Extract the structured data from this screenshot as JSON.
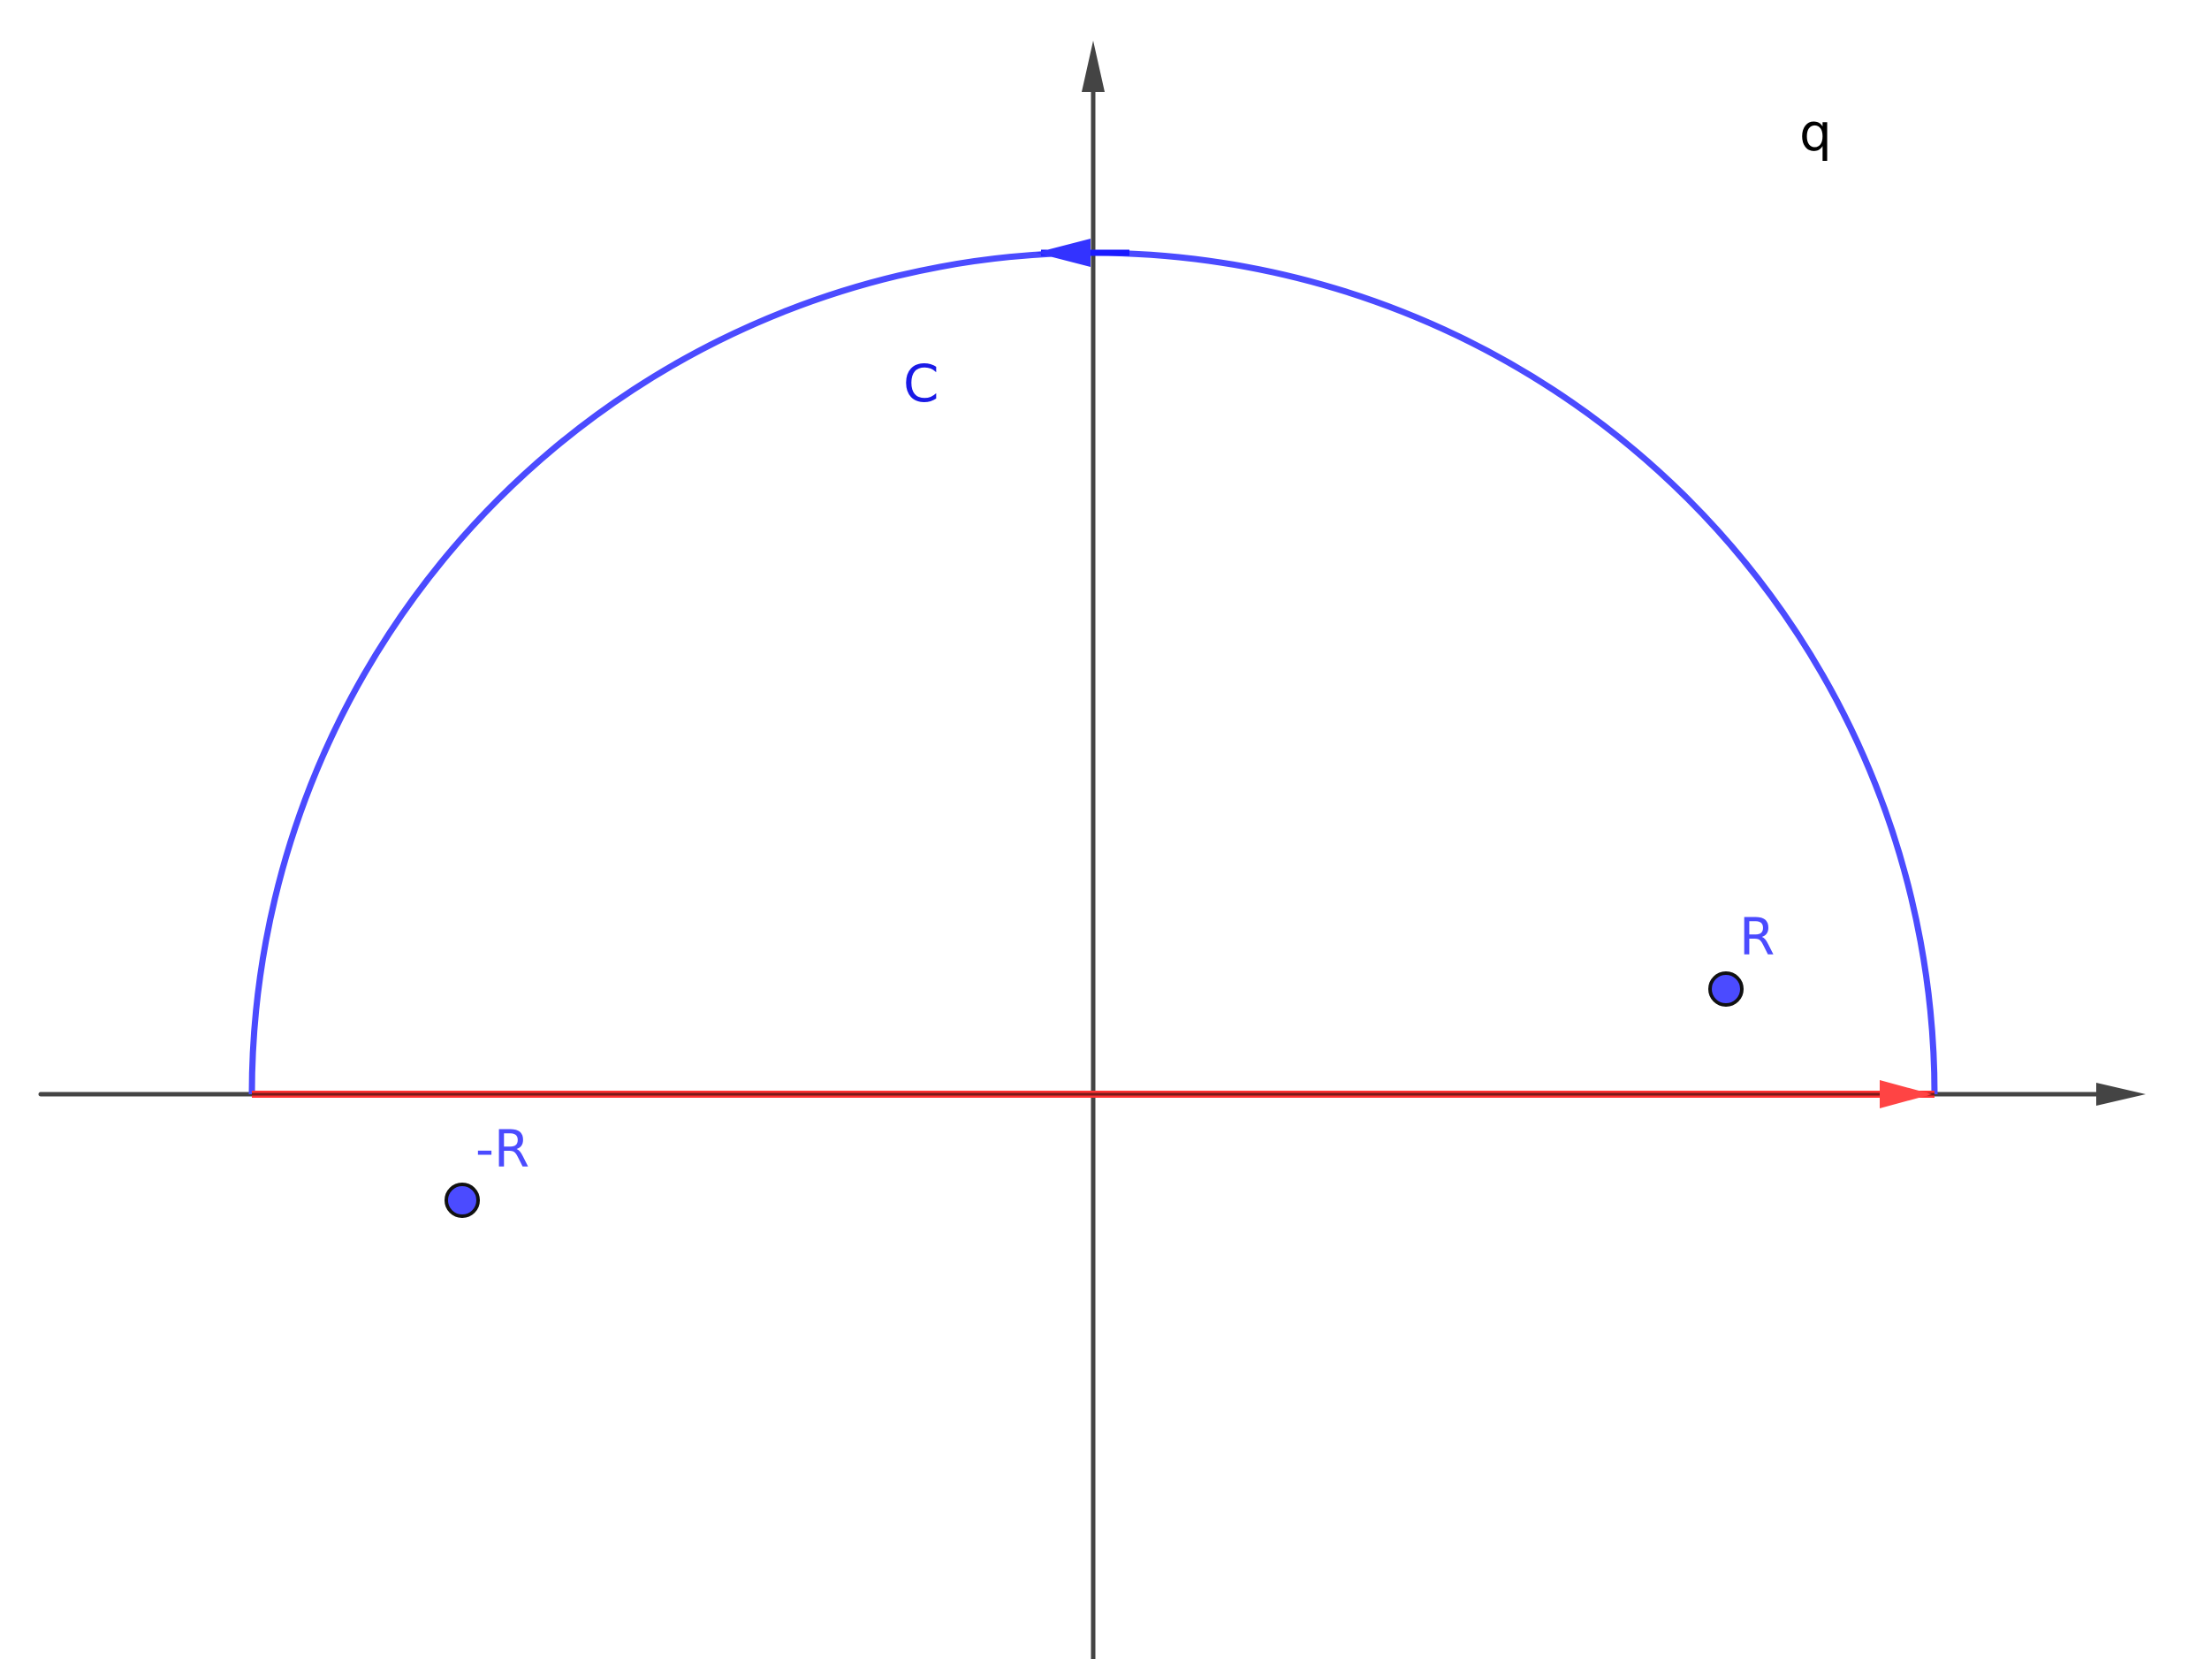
{
  "diagram": {
    "plane_label": "q",
    "contour_label": "C",
    "pole_upper_label": "R",
    "pole_lower_label": "-R"
  },
  "colors": {
    "axis": "#444444",
    "contour": "#4b4bff",
    "contour_label": "#1a1ae6",
    "real_segment": "#ff3333",
    "real_segment_core": "#7a1a1a",
    "pole_fill": "#4b4bff",
    "pole_stroke": "#111111",
    "plane_label": "#000000"
  }
}
